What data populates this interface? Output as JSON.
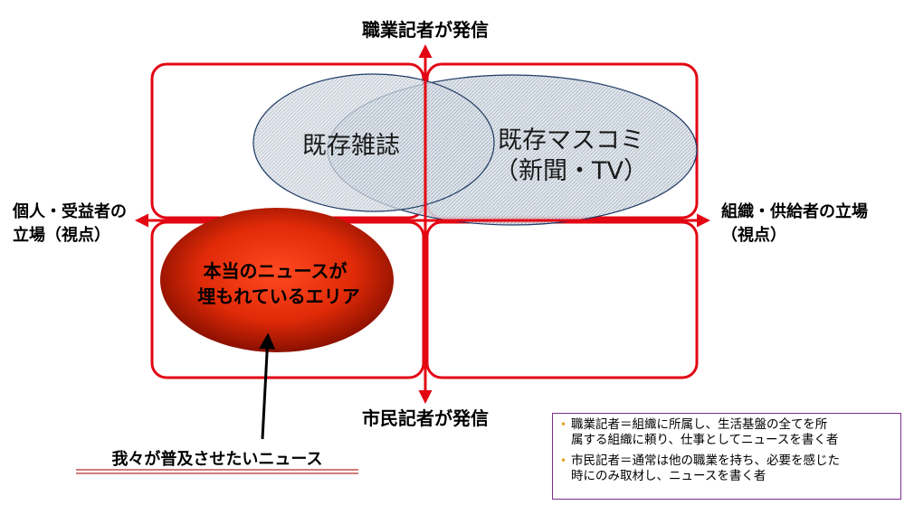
{
  "axes": {
    "top": "職業記者が発信",
    "bottom": "市民記者が発信",
    "left_line1": "個人・受益者の",
    "left_line2": "立場（視点）",
    "right_line1": "組織・供給者の立場",
    "right_line2": "（視点）"
  },
  "ellipses": {
    "magazine": "既存雑誌",
    "mass_media_line1": "既存マスコミ",
    "mass_media_line2": "（新聞・TV）",
    "buried_line1": "本当のニュースが",
    "buried_line2": "埋もれているエリア"
  },
  "callout": "我々が普及させたいニュース",
  "notes": [
    {
      "line1": "職業記者＝組織に所属し、生活基盤の全てを所",
      "line2": "属する組織に頼り、仕事としてニュースを書く者"
    },
    {
      "line1": "市民記者＝通常は他の職業を持ち、必要を感じた",
      "line2": "時にのみ取材し、ニュースを書く者"
    }
  ],
  "colors": {
    "quadrant_border": "#e30613",
    "axis": "#e30613",
    "buried_center": "#ff3a1a",
    "buried_edge": "#8a1000",
    "note_border": "#7a2e8c",
    "note_bullet": "#e0a020"
  }
}
